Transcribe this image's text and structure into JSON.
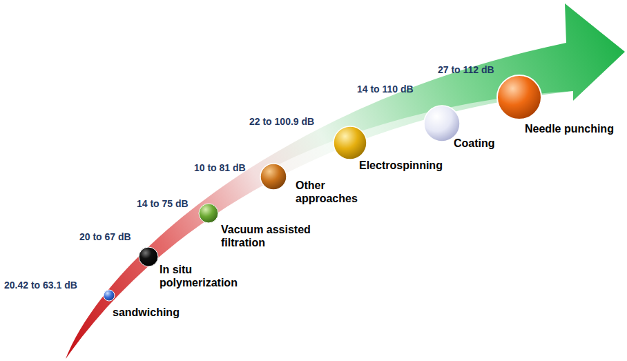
{
  "diagram": {
    "labels": [
      "20.42 to 63.1 dB",
      "sandwiching",
      "20 to 67 dB",
      "In situ polymerization",
      "14 to 75 dB",
      "Vacuum assisted filtration",
      "10 to 81 dB",
      "Other approaches",
      "22 to 100.9 dB",
      "Electrospinning",
      "14 to 110 dB",
      "Coating",
      "27 to 112 dB",
      "Needle punching"
    ]
  }
}
